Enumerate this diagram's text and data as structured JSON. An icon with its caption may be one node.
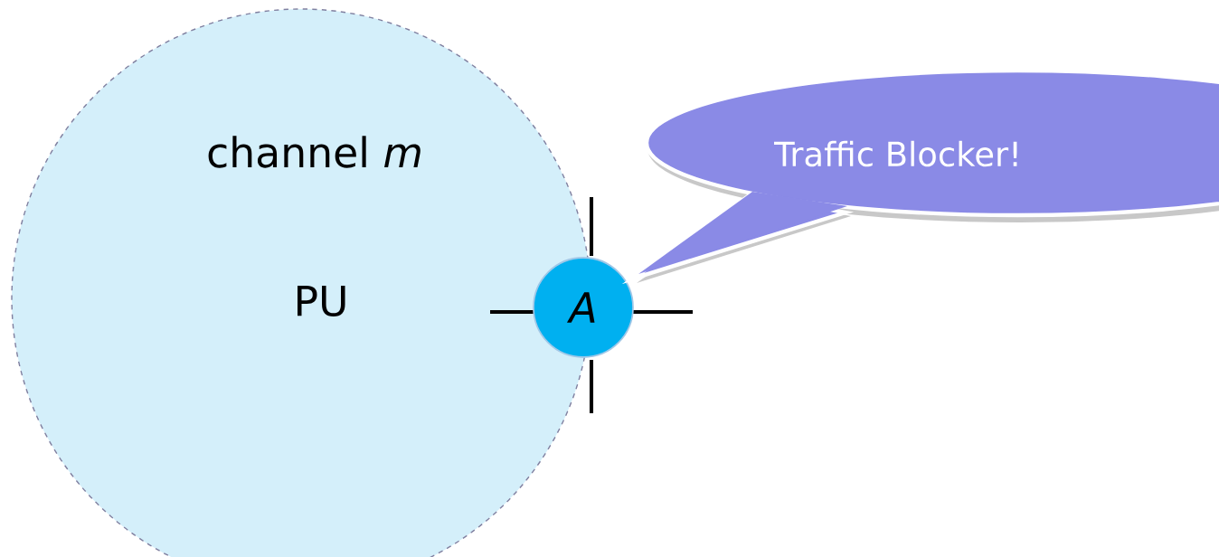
{
  "diagram": {
    "nodes": [
      {
        "text": [
          "channel *m*",
          "PU"
        ]
      },
      {
        "text": [
          "A"
        ]
      },
      {
        "text": [
          "Traffic Blocker!"
        ]
      }
    ]
  }
}
